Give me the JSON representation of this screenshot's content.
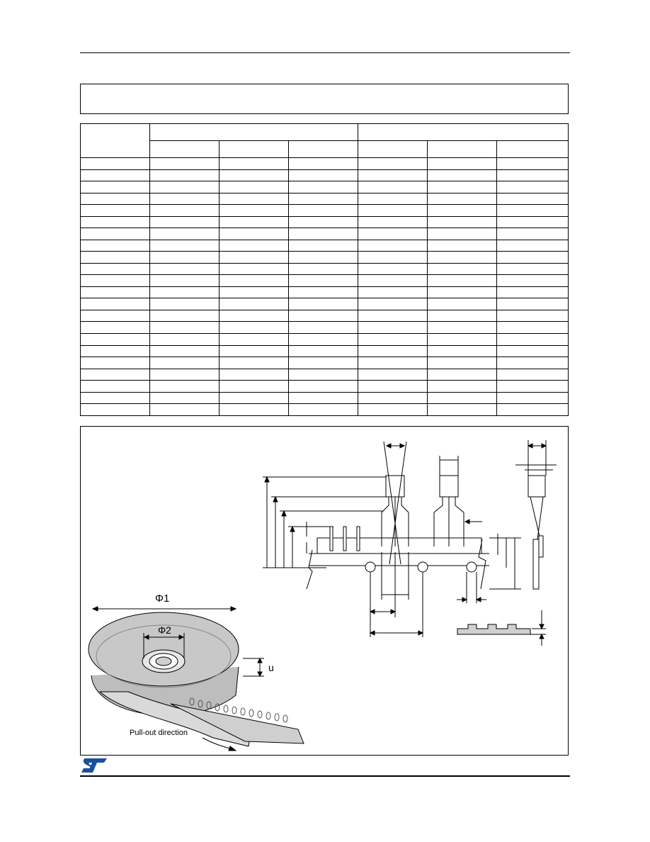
{
  "document": {
    "table_title": "",
    "table": {
      "header_row_count": 2,
      "body_row_count": 22,
      "column_count": 7
    },
    "figure": {
      "reel_labels": {
        "outer_diameter": "Φ1",
        "hub_diameter": "Φ2",
        "width": "u",
        "pull_out": "Pull-out direction"
      }
    },
    "brand": {
      "logo_name": "st-logo-icon",
      "color": "#1a4fa0"
    }
  }
}
